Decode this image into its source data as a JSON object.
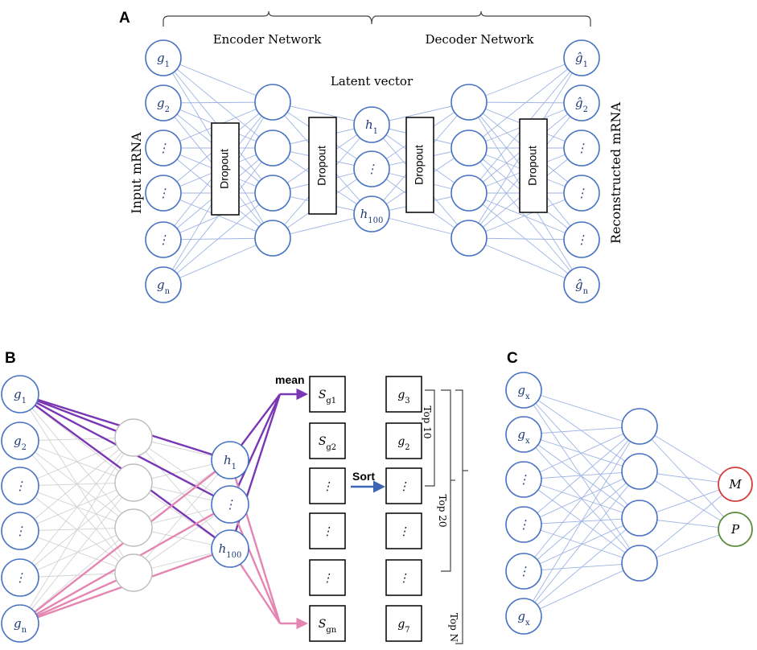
{
  "panelA": {
    "letter": "A",
    "encoder_label": "Encoder Network",
    "decoder_label": "Decoder Network",
    "latent_label": "Latent vector",
    "input_label": "Input mRNA",
    "output_label": "Reconstructed  mRNA",
    "dropout_label": "Dropout",
    "input_nodes": [
      {
        "base": "g",
        "sub": "1"
      },
      {
        "base": "g",
        "sub": "2"
      },
      {
        "base": "⋮",
        "sub": ""
      },
      {
        "base": "⋮",
        "sub": ""
      },
      {
        "base": "⋮",
        "sub": ""
      },
      {
        "base": "g",
        "sub": "n"
      }
    ],
    "latent_nodes": [
      {
        "base": "h",
        "sub": "1"
      },
      {
        "base": "⋮",
        "sub": ""
      },
      {
        "base": "h",
        "sub": "100"
      }
    ],
    "output_nodes": [
      {
        "base": "ĝ",
        "sub": "1"
      },
      {
        "base": "ĝ",
        "sub": "2"
      },
      {
        "base": "⋮",
        "sub": ""
      },
      {
        "base": "⋮",
        "sub": ""
      },
      {
        "base": "⋮",
        "sub": ""
      },
      {
        "base": "ĝ",
        "sub": "n"
      }
    ]
  },
  "panelB": {
    "letter": "B",
    "mean_label": "mean",
    "sort_label": "Sort",
    "input_nodes": [
      {
        "base": "g",
        "sub": "1"
      },
      {
        "base": "g",
        "sub": "2"
      },
      {
        "base": "⋮",
        "sub": ""
      },
      {
        "base": "⋮",
        "sub": ""
      },
      {
        "base": "⋮",
        "sub": ""
      },
      {
        "base": "g",
        "sub": "n"
      }
    ],
    "latent_nodes": [
      {
        "base": "h",
        "sub": "1"
      },
      {
        "base": "⋮",
        "sub": ""
      },
      {
        "base": "h",
        "sub": "100"
      }
    ],
    "score_boxes": [
      {
        "base": "S",
        "sub": "g1"
      },
      {
        "base": "S",
        "sub": "g2"
      },
      {
        "base": "⋮",
        "sub": ""
      },
      {
        "base": "⋮",
        "sub": ""
      },
      {
        "base": "⋮",
        "sub": ""
      },
      {
        "base": "S",
        "sub": "gn"
      }
    ],
    "sorted_boxes": [
      {
        "base": "g",
        "sub": "3"
      },
      {
        "base": "g",
        "sub": "2"
      },
      {
        "base": "⋮",
        "sub": ""
      },
      {
        "base": "⋮",
        "sub": ""
      },
      {
        "base": "⋮",
        "sub": ""
      },
      {
        "base": "g",
        "sub": "7"
      }
    ],
    "top_labels": [
      "Top 10",
      "Top 20",
      "Top N"
    ]
  },
  "panelC": {
    "letter": "C",
    "input_nodes": [
      {
        "base": "g",
        "sub": "x"
      },
      {
        "base": "g",
        "sub": "x"
      },
      {
        "base": "⋮",
        "sub": ""
      },
      {
        "base": "⋮",
        "sub": ""
      },
      {
        "base": "⋮",
        "sub": ""
      },
      {
        "base": "g",
        "sub": "x"
      }
    ],
    "outputs": [
      {
        "label": "M",
        "color": "#d43a3a"
      },
      {
        "label": "P",
        "color": "#5a8a3a"
      }
    ]
  },
  "colors": {
    "node_stroke": "#4a74c4",
    "purple": "#7a37b4",
    "pink": "#e485b2",
    "sort_arrow": "#3d63b3"
  }
}
